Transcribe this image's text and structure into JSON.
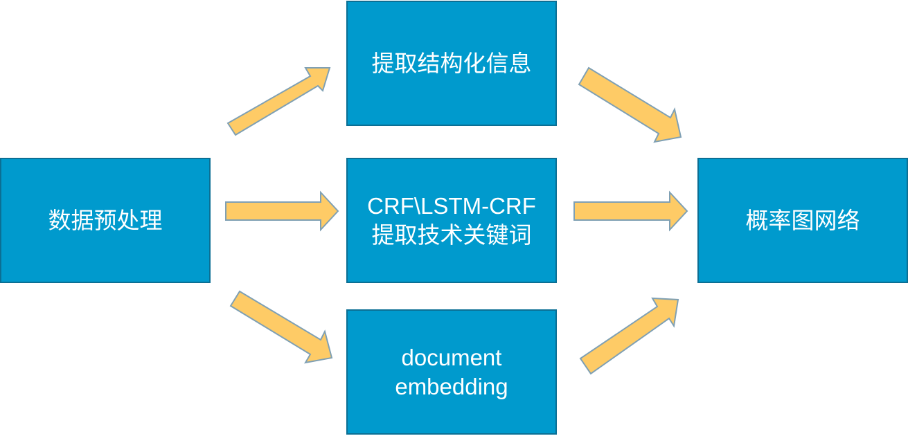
{
  "diagram": {
    "nodes": [
      {
        "id": "preprocess",
        "lines": [
          "数据预处理"
        ]
      },
      {
        "id": "structured",
        "lines": [
          "提取结构化信息"
        ]
      },
      {
        "id": "keywords",
        "lines": [
          "CRF\\LSTM-CRF",
          "提取技术关键词"
        ]
      },
      {
        "id": "embedding",
        "lines": [
          "document",
          "embedding"
        ]
      },
      {
        "id": "graph",
        "lines": [
          "概率图网络"
        ]
      }
    ],
    "edges": [
      {
        "from": "preprocess",
        "to": "structured"
      },
      {
        "from": "preprocess",
        "to": "keywords"
      },
      {
        "from": "preprocess",
        "to": "embedding"
      },
      {
        "from": "structured",
        "to": "graph"
      },
      {
        "from": "keywords",
        "to": "graph"
      },
      {
        "from": "embedding",
        "to": "graph"
      }
    ],
    "colors": {
      "box_fill": "#009ACD",
      "box_border": "#0B6F94",
      "arrow_fill": "#FECB66",
      "arrow_stroke": "#7FA0B4",
      "text": "#FFFFFF"
    }
  }
}
